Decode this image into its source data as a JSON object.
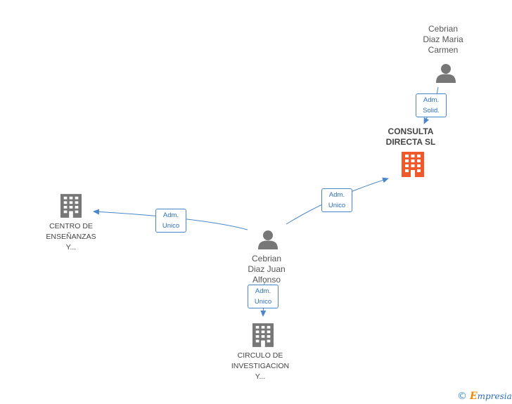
{
  "nodes": {
    "focus_company": {
      "name_lines": [
        "CONSULTA",
        "DIRECTA SL"
      ],
      "icon": "building-icon",
      "color": "#f0592a"
    },
    "person_maria": {
      "name_lines": [
        "Cebrian",
        "Diaz Maria",
        "Carmen"
      ],
      "icon": "person-icon"
    },
    "person_juan": {
      "name_lines": [
        "Cebrian",
        "Diaz Juan",
        "Alfonso"
      ],
      "icon": "person-icon"
    },
    "company_centro": {
      "name_lines": [
        "CENTRO DE",
        "ENSEÑANZAS",
        "Y..."
      ],
      "icon": "building-icon"
    },
    "company_circulo": {
      "name_lines": [
        "CIRCULO DE",
        "INVESTIGACION",
        "Y..."
      ],
      "icon": "building-icon"
    }
  },
  "edges": [
    {
      "from": "person_maria",
      "to": "focus_company",
      "label_lines": [
        "Adm.",
        "Solid."
      ]
    },
    {
      "from": "person_juan",
      "to": "focus_company",
      "label_lines": [
        "Adm.",
        "Unico"
      ]
    },
    {
      "from": "person_juan",
      "to": "company_centro",
      "label_lines": [
        "Adm.",
        "Unico"
      ]
    },
    {
      "from": "person_juan",
      "to": "company_circulo",
      "label_lines": [
        "Adm.",
        "Unico"
      ]
    }
  ],
  "colors": {
    "edge": "#4a86c8",
    "node_gray": "#777777",
    "focus": "#f0592a"
  },
  "footer": {
    "copyright": "©",
    "brand_initial": "E",
    "brand_rest": "mpresia"
  }
}
